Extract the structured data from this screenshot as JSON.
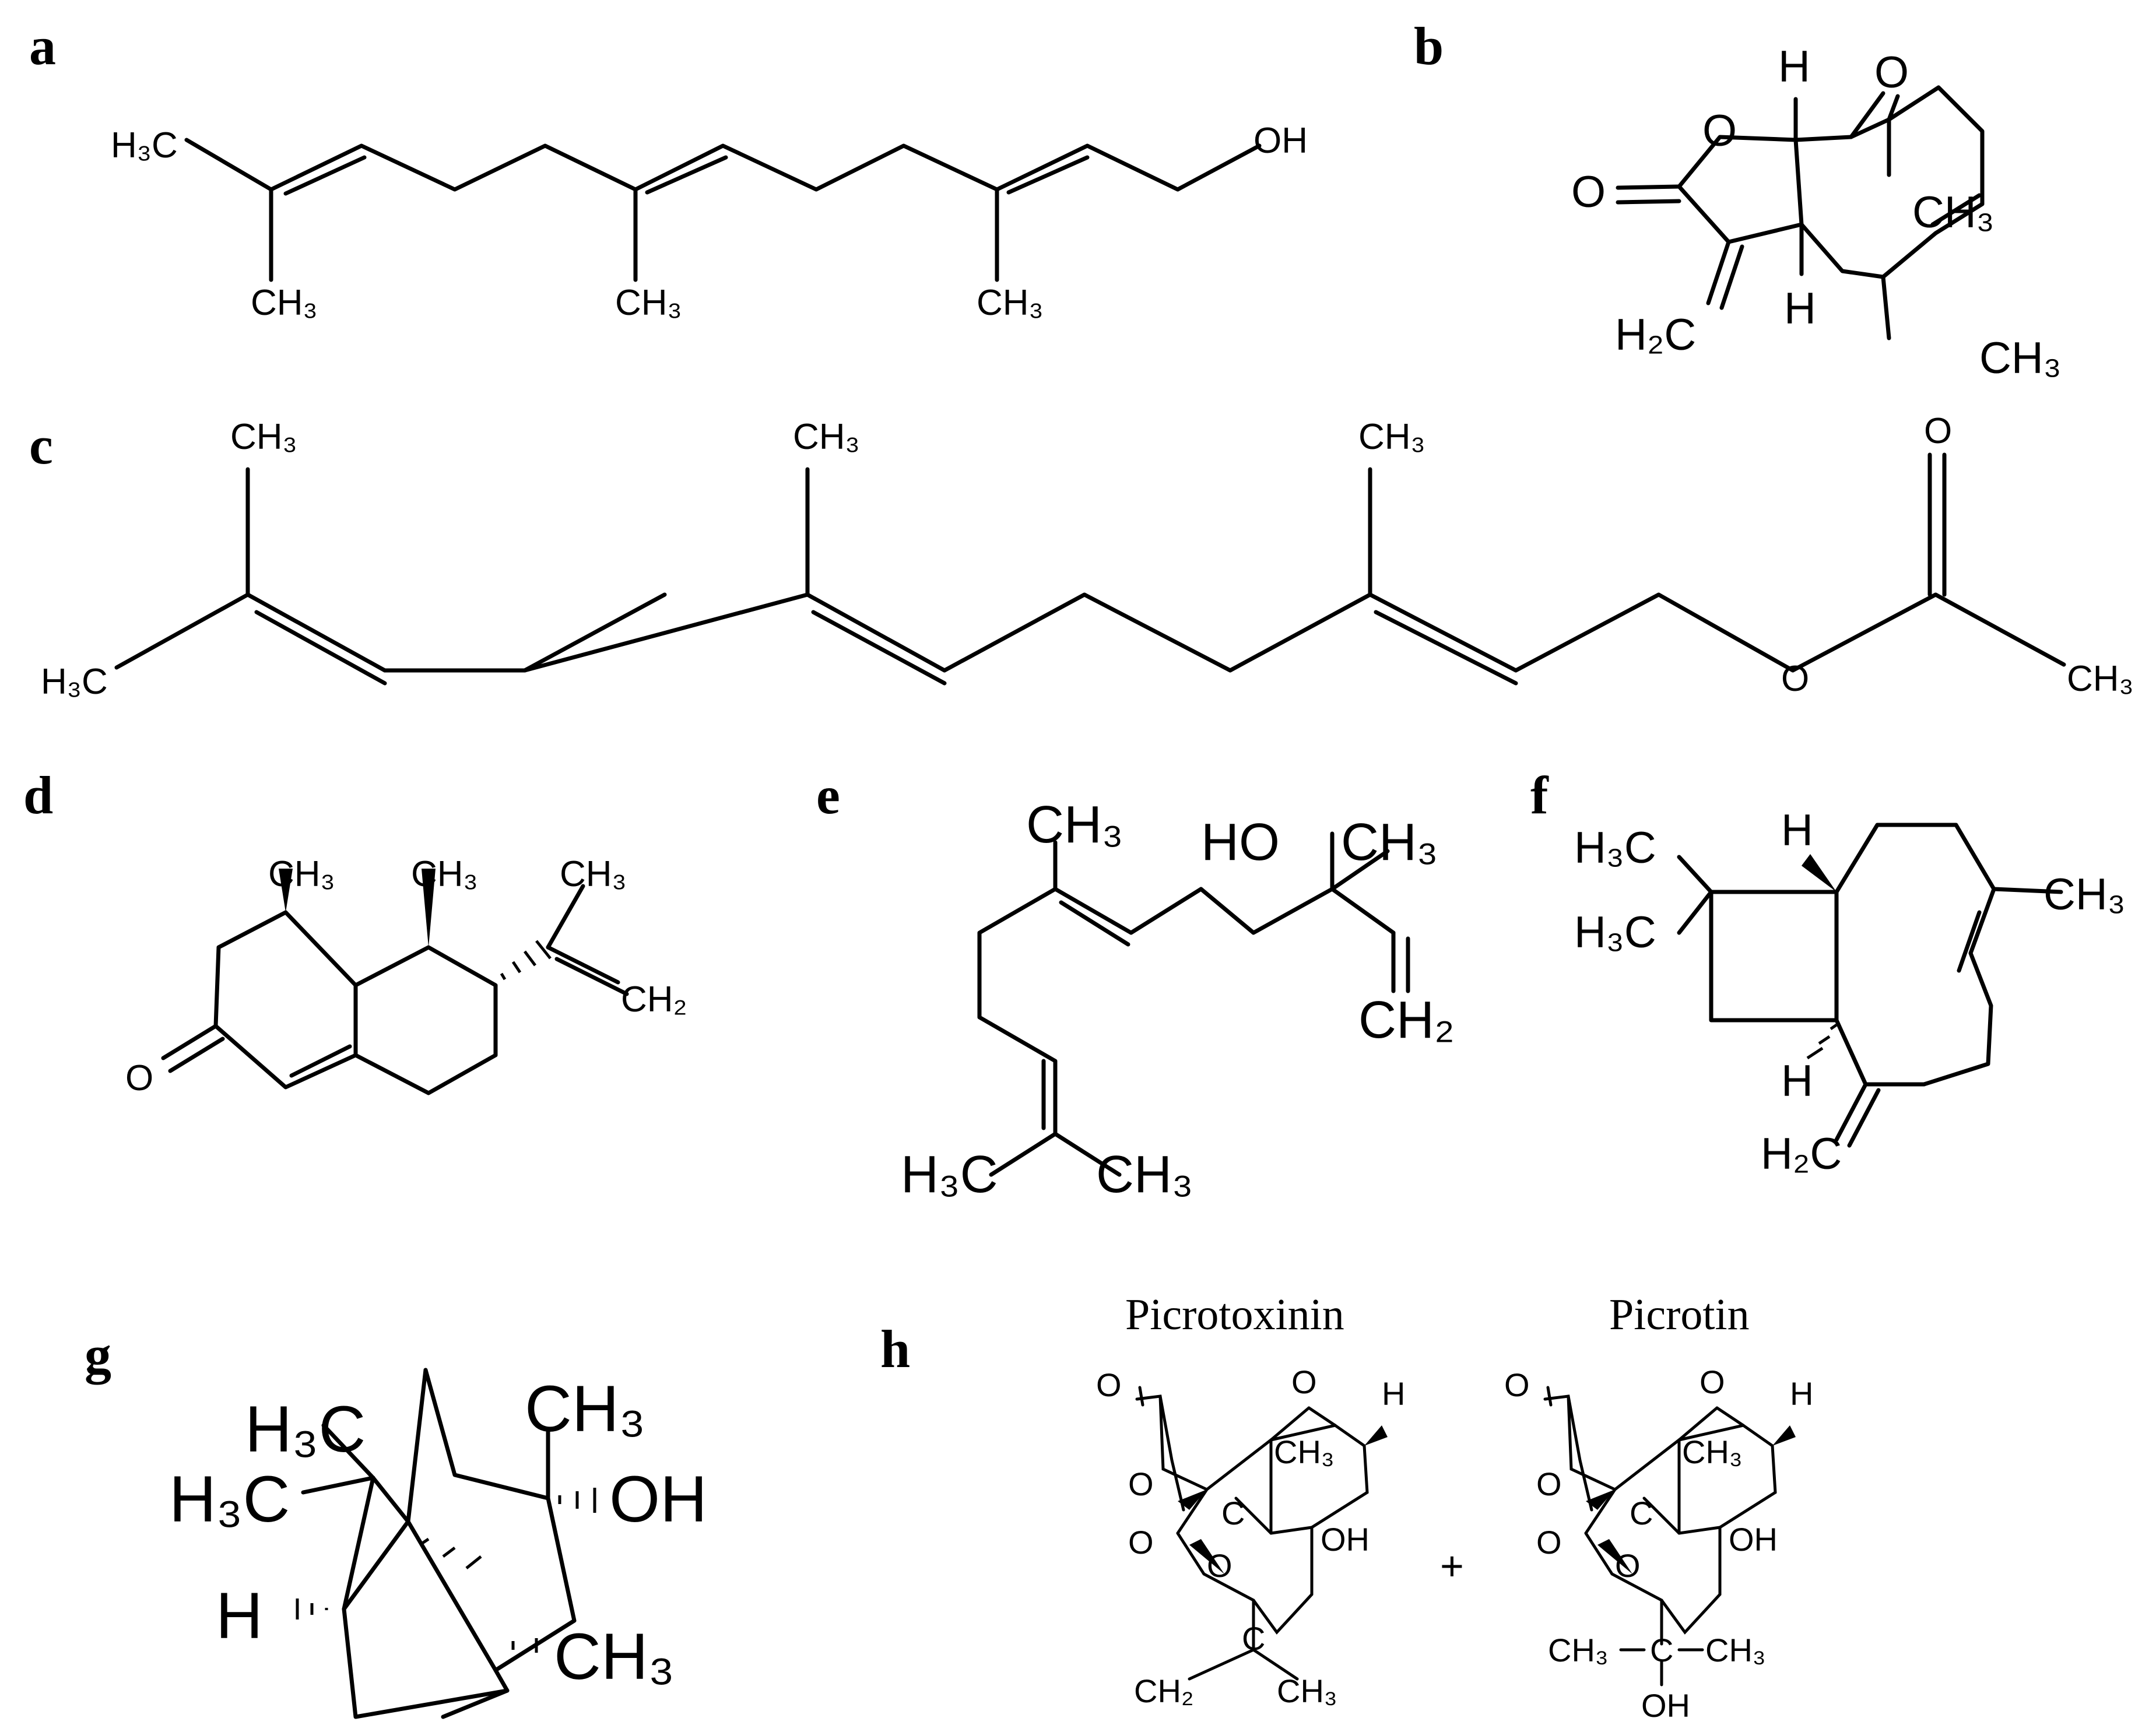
{
  "panels": {
    "a": {
      "label": "a",
      "atoms": {
        "h3c": "H₃C",
        "ch3_1": "CH₃",
        "ch3_2": "CH₃",
        "ch3_3": "CH₃",
        "oh": "OH"
      }
    },
    "b": {
      "label": "b",
      "atoms": {
        "h_top": "H",
        "o_epox": "O",
        "o_ring": "O",
        "o_carbonyl": "O",
        "ch3_ring": "CH₃",
        "h_bottom": "H",
        "h2c": "H₂C",
        "ch3_bottom": "CH₃"
      }
    },
    "c": {
      "label": "c",
      "atoms": {
        "ch3_1": "CH₃",
        "ch3_2": "CH₃",
        "ch3_3": "CH₃",
        "h3c": "H₃C",
        "o_carbonyl": "O",
        "o_ester": "O",
        "ch3_end": "CH₃"
      }
    },
    "d": {
      "label": "d",
      "atoms": {
        "ch3_1": "CH₃",
        "ch3_2": "CH₃",
        "ch3_3": "CH₃",
        "ch2": "CH₂",
        "o": "O"
      }
    },
    "e": {
      "label": "e",
      "atoms": {
        "ch3_top": "CH₃",
        "ho": "HO",
        "ch3_right": "CH₃",
        "ch2": "CH₂",
        "h3c": "H₃C",
        "ch3_bottom": "CH₃"
      }
    },
    "f": {
      "label": "f",
      "atoms": {
        "h3c_1": "H₃C",
        "h3c_2": "H₃C",
        "h_top": "H",
        "ch3": "CH₃",
        "h_bottom": "H",
        "h2c": "H₂C"
      }
    },
    "g": {
      "label": "g",
      "atoms": {
        "h3c_1": "H₃C",
        "h3c_2": "H₃C",
        "ch3_top": "CH₃",
        "oh": "OH",
        "h": "H",
        "ch3_bottom": "CH₃"
      }
    },
    "h": {
      "label": "h",
      "names": {
        "left": "Picrotoxinin",
        "right": "Picrotin"
      },
      "plus": "+",
      "atoms_left": {
        "o1": "O",
        "o2": "O",
        "o3": "O",
        "h": "H",
        "ch3": "CH₃",
        "o4": "O",
        "c": "C",
        "o5": "O",
        "oh": "OH",
        "ch2": "CH₂",
        "c2": "C",
        "ch3_b": "CH₃"
      },
      "atoms_right": {
        "o1": "O",
        "o2": "O",
        "o3": "O",
        "h": "H",
        "ch3": "CH₃",
        "o4": "O",
        "c": "C",
        "o5": "O",
        "oh": "OH",
        "ch3_l": "CH₃",
        "c2": "C",
        "ch3_r": "CH₃",
        "oh_b": "OH"
      }
    }
  }
}
